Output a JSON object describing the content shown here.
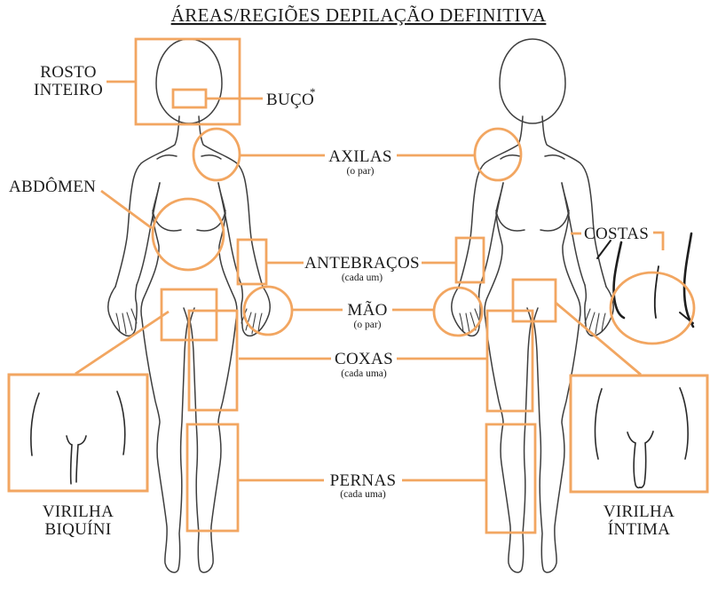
{
  "title": "ÁREAS/REGIÕES DEPILAÇÃO DEFINITIVA",
  "colors": {
    "accent": "#F2A661",
    "text": "#1C1C1C",
    "figure_outline": "#3E3E3E"
  },
  "labels": {
    "rosto": {
      "line1": "ROSTO",
      "line2": "INTEIRO"
    },
    "buco": {
      "text": "BUÇO",
      "mark": "*"
    },
    "axilas": {
      "text": "AXILAS",
      "sub": "(o par)"
    },
    "abdomen": {
      "text": "ABDÔMEN"
    },
    "antebracos": {
      "text": "ANTEBRAÇOS",
      "sub": "(cada um)"
    },
    "mao": {
      "text": "MÃO",
      "sub": "(o par)"
    },
    "coxas": {
      "text": "COXAS",
      "sub": "(cada uma)"
    },
    "pernas": {
      "text": "PERNAS",
      "sub": "(cada uma)"
    },
    "costas": {
      "text": "COSTAS"
    },
    "virilha_biquini": {
      "line1": "VIRILHA",
      "line2": "BIQUÍNI"
    },
    "virilha_intima": {
      "line1": "VIRILHA",
      "line2": "ÍNTIMA"
    }
  }
}
